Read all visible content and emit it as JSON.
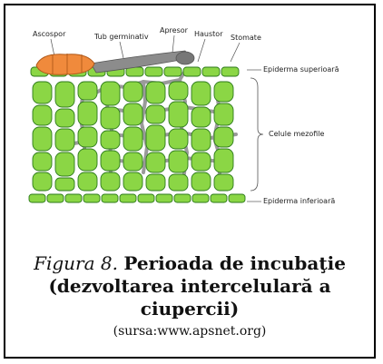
{
  "figure": {
    "labels": {
      "ascospor": "Ascospor",
      "tub_germinativ": "Tub germinativ",
      "apresor": "Apresor",
      "haustor": "Haustor",
      "stomate": "Stomate",
      "epiderma_superioara": "Epiderma superioară",
      "celule_mezofile": "Celule mezofile",
      "epiderma_inferioara": "Epiderma inferioară"
    },
    "colors": {
      "cell_fill": "#8bd645",
      "cell_stroke": "#2c7a1a",
      "fungus": "#9a9a9a",
      "spore": "#f08a3c"
    }
  },
  "caption": {
    "figure_number": "Figura 8.",
    "title_part1": "Perioada de incubaţie",
    "title_part2": "(dezvoltarea intercelulară a ciupercii)",
    "source": "(sursa:www.apsnet.org)"
  }
}
